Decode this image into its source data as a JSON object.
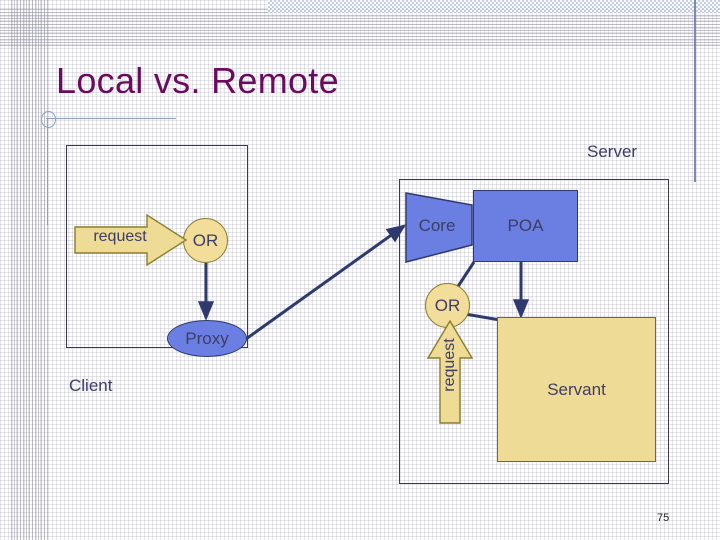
{
  "slide": {
    "title": "Local vs. Remote",
    "page_number": "75"
  },
  "client": {
    "label": "Client",
    "request_label": "request",
    "or_label": "OR",
    "proxy_label": "Proxy"
  },
  "server": {
    "label": "Server",
    "core_label": "Core",
    "poa_label": "POA",
    "or_label": "OR",
    "request_label": "request",
    "servant_label": "Servant"
  },
  "colors": {
    "title": "#6b0a5e",
    "shape_blue": "#6b7fe3",
    "shape_yellow": "#f2dd9a",
    "servant_yellow": "#eedb95",
    "connector": "#2e3a6e",
    "text": "#3d3d66",
    "rule": "#8fa0c8"
  }
}
